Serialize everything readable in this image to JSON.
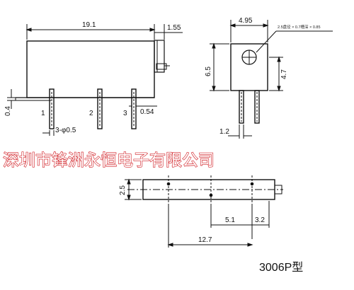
{
  "company_watermark": "深圳市锋洲永恒电子有限公司",
  "part_title": "3006P型",
  "side_view": {
    "dim_length": "19.1",
    "dim_1_55": "1.55",
    "dim_0_4": "0.4",
    "dim_0_54": "0.54",
    "pin_dia": "3-φ0.5",
    "pins": [
      "1",
      "2",
      "3"
    ]
  },
  "end_view": {
    "dim_width": "4.95",
    "dim_height": "6.5",
    "dim_4_7": "4.7",
    "dim_1_2": "1.2",
    "adjust_note": "2.5盘径 × 0.7槽深 × 0.85"
  },
  "bottom_view": {
    "dim_2_5": "2.5",
    "dim_5_1": "5.1",
    "dim_3_2": "3.2",
    "dim_12_7": "12.7"
  }
}
